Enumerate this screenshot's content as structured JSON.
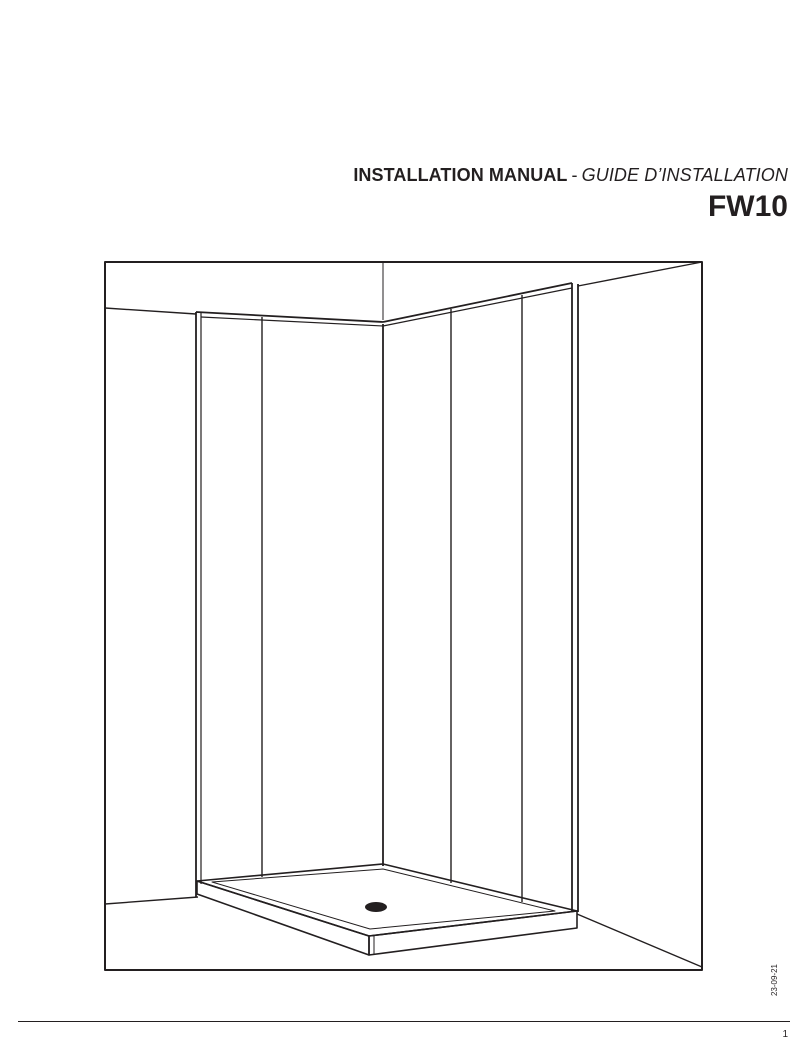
{
  "header": {
    "title_en": "INSTALLATION MANUAL",
    "separator": "-",
    "title_fr": "GUIDE D’INSTALLATION",
    "model": "FW10"
  },
  "illustration": {
    "subject": "corner shower with wall panels and base",
    "line_color": "#231f20"
  },
  "footer": {
    "date_code": "23-09-21",
    "page_number": "1"
  }
}
